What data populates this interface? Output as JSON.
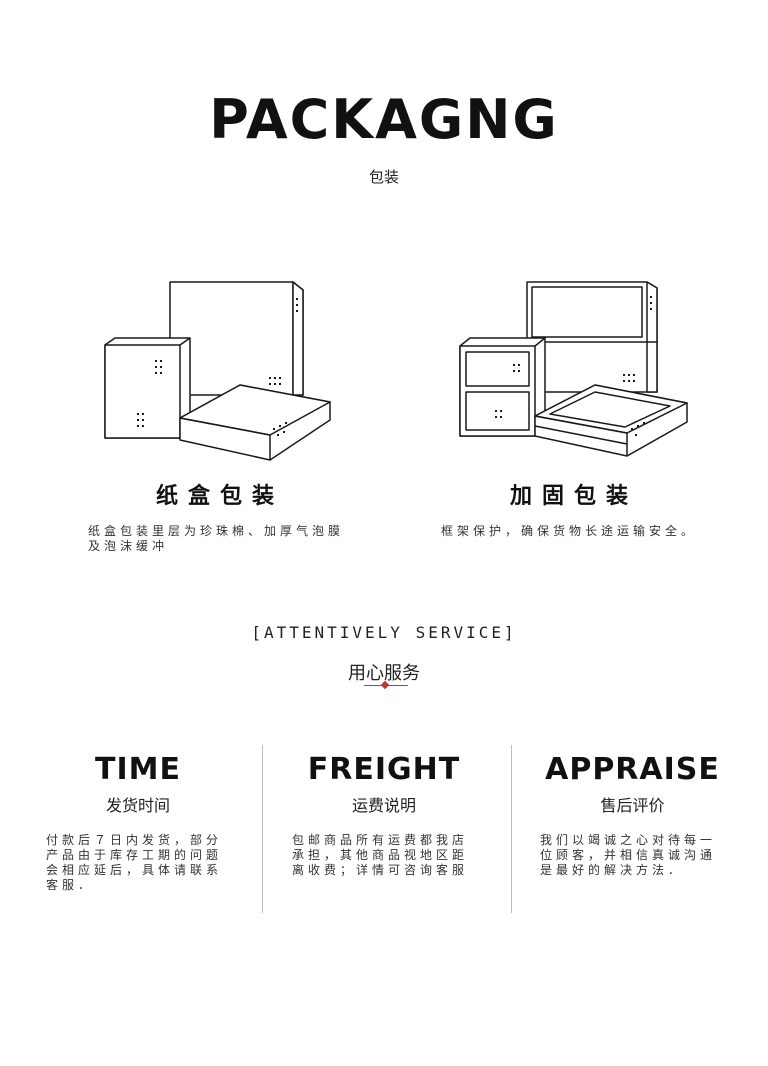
{
  "header": {
    "title": "PACKAGNG",
    "subtitle": "包装"
  },
  "packaging": [
    {
      "title": "纸盒包装",
      "desc_lines": [
        "纸盒包装里层为珍珠棉、加厚气泡膜",
        "及泡沫缓冲"
      ]
    },
    {
      "title": "加固包装",
      "desc_lines": [
        "框架保护，确保货物长途运输安全。"
      ]
    }
  ],
  "service": {
    "heading": "[ATTENTIVELY SERVICE]",
    "subheading": "用心服务",
    "accent_color": "#c0392b",
    "columns": [
      {
        "title": "TIME",
        "subtitle": "发货时间",
        "desc_lines": [
          "付款后７日内发货，部分",
          "产品由于库存工期的问题",
          "会相应延后，具体请联系",
          "客服．"
        ]
      },
      {
        "title": "FREIGHT",
        "subtitle": "运费说明",
        "desc_lines": [
          "包邮商品所有运费都我店",
          "承担，其他商品视地区距",
          "离收费；详情可咨询客服"
        ]
      },
      {
        "title": "APPRAISE",
        "subtitle": "售后评价",
        "desc_lines": [
          "我们以竭诚之心对待每一",
          "位顾客，并相信真诚沟通",
          "是最好的解决方法．"
        ]
      }
    ]
  }
}
